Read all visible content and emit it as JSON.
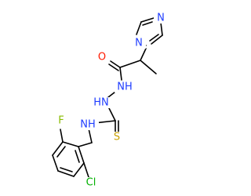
{
  "molecule": {
    "atoms": {
      "imidazole_n": {
        "text": "N",
        "color": "#1f3dff"
      },
      "imidazole_n3": {
        "text": "N",
        "color": "#1f3dff"
      },
      "carbonyl_o": {
        "text": "O",
        "color": "#ff1a00"
      },
      "hydrazide_nh1": {
        "text": "NH",
        "color": "#1f3dff"
      },
      "hydrazide_nh2": {
        "text": "HN",
        "color": "#1f3dff"
      },
      "thioamide_nh": {
        "text": "NH",
        "color": "#1f3dff"
      },
      "thio_s": {
        "text": "S",
        "color": "#c9a100"
      },
      "fluorine": {
        "text": "F",
        "color": "#88bb00"
      },
      "chlorine": {
        "text": "Cl",
        "color": "#00b000"
      }
    }
  }
}
